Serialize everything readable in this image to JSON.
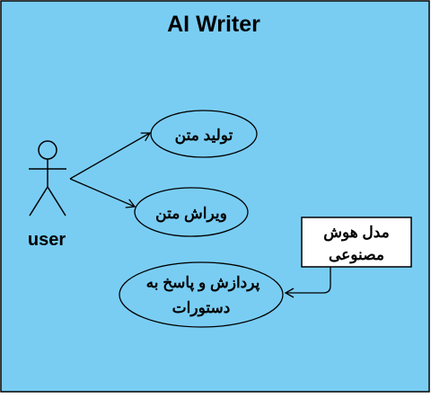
{
  "diagram": {
    "title": "AI Writer",
    "actor": {
      "label": "user"
    },
    "use_cases": [
      {
        "id": "uc1",
        "lines": [
          "تولید متن"
        ]
      },
      {
        "id": "uc2",
        "lines": [
          "ویراش متن"
        ]
      },
      {
        "id": "uc3",
        "lines": [
          "پردازش و پاسخ به",
          "دستورات"
        ]
      }
    ],
    "note": {
      "lines": [
        "مدل هوش",
        "مصنوعی"
      ]
    }
  },
  "colors": {
    "system_fill": "#79cdf3",
    "stroke": "#000000",
    "note_fill": "#ffffff"
  }
}
